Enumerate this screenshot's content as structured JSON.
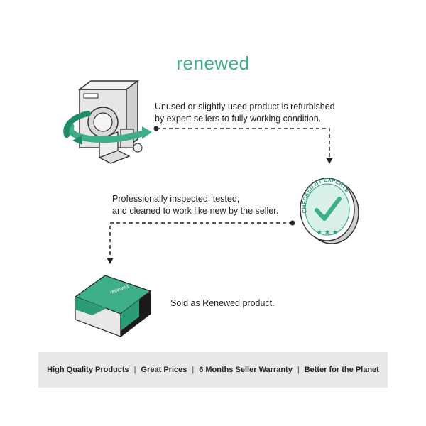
{
  "brand": {
    "title": "renewed",
    "color": "#3fae8a"
  },
  "steps": [
    {
      "text_line1": "Unused or slightly used product is refurbished",
      "text_line2": "by expert sellers to fully working condition.",
      "icon": "appliances-refurbish-icon"
    },
    {
      "text_line1": "Professionally inspected, tested,",
      "text_line2": "and cleaned to work like new by the seller.",
      "icon": "checked-by-experts-badge-icon",
      "badge_text": "CHECKED BY EXPERTS"
    },
    {
      "text_line1": "Sold as Renewed product.",
      "icon": "renewed-box-icon",
      "box_label": "renewed"
    }
  ],
  "footer": {
    "features": [
      "High Quality Products",
      "Great Prices",
      "6 Months Seller Warranty",
      "Better for the Planet"
    ],
    "separator": "|"
  },
  "colors": {
    "accent": "#3fae8a",
    "dark_green": "#1f8a63",
    "footer_bg": "#e9e9e9"
  }
}
